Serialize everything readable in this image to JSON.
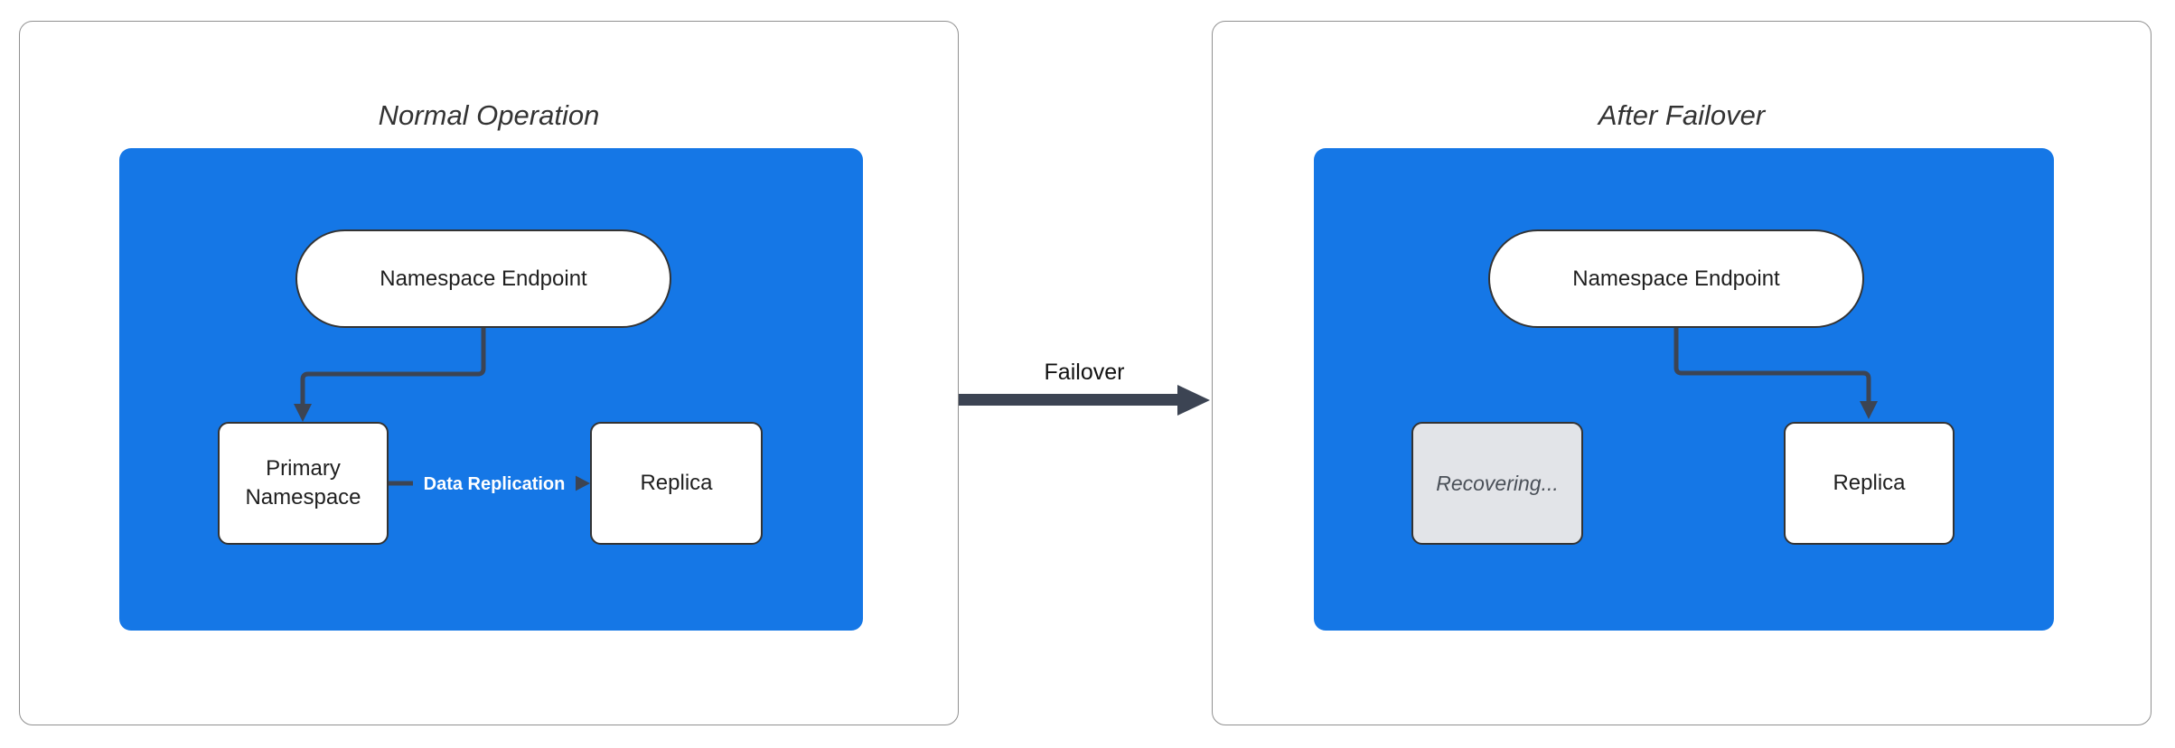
{
  "titles": {
    "left": "Normal Operation",
    "right": "After Failover"
  },
  "left_panel": {
    "endpoint": "Namespace Endpoint",
    "primary": "Primary Namespace",
    "replica": "Replica",
    "replication_label": "Data Replication"
  },
  "right_panel": {
    "endpoint": "Namespace Endpoint",
    "recovering": "Recovering...",
    "replica": "Replica"
  },
  "failover": {
    "label": "Failover"
  },
  "colors": {
    "container_blue": "#1577E6",
    "node_fill": "#FFFFFF",
    "node_border": "#333333",
    "node_text": "#1F1F1F",
    "edge_color": "#3C4453",
    "edge_label_text": "#FFFFFF",
    "recovering_fill": "#E2E4E8",
    "recovering_border": "#333333",
    "recovering_text": "#4A5058",
    "title_text": "#333333",
    "panel_border": "#909090",
    "failover_text": "#111111",
    "page_bg": "#FFFFFF"
  }
}
